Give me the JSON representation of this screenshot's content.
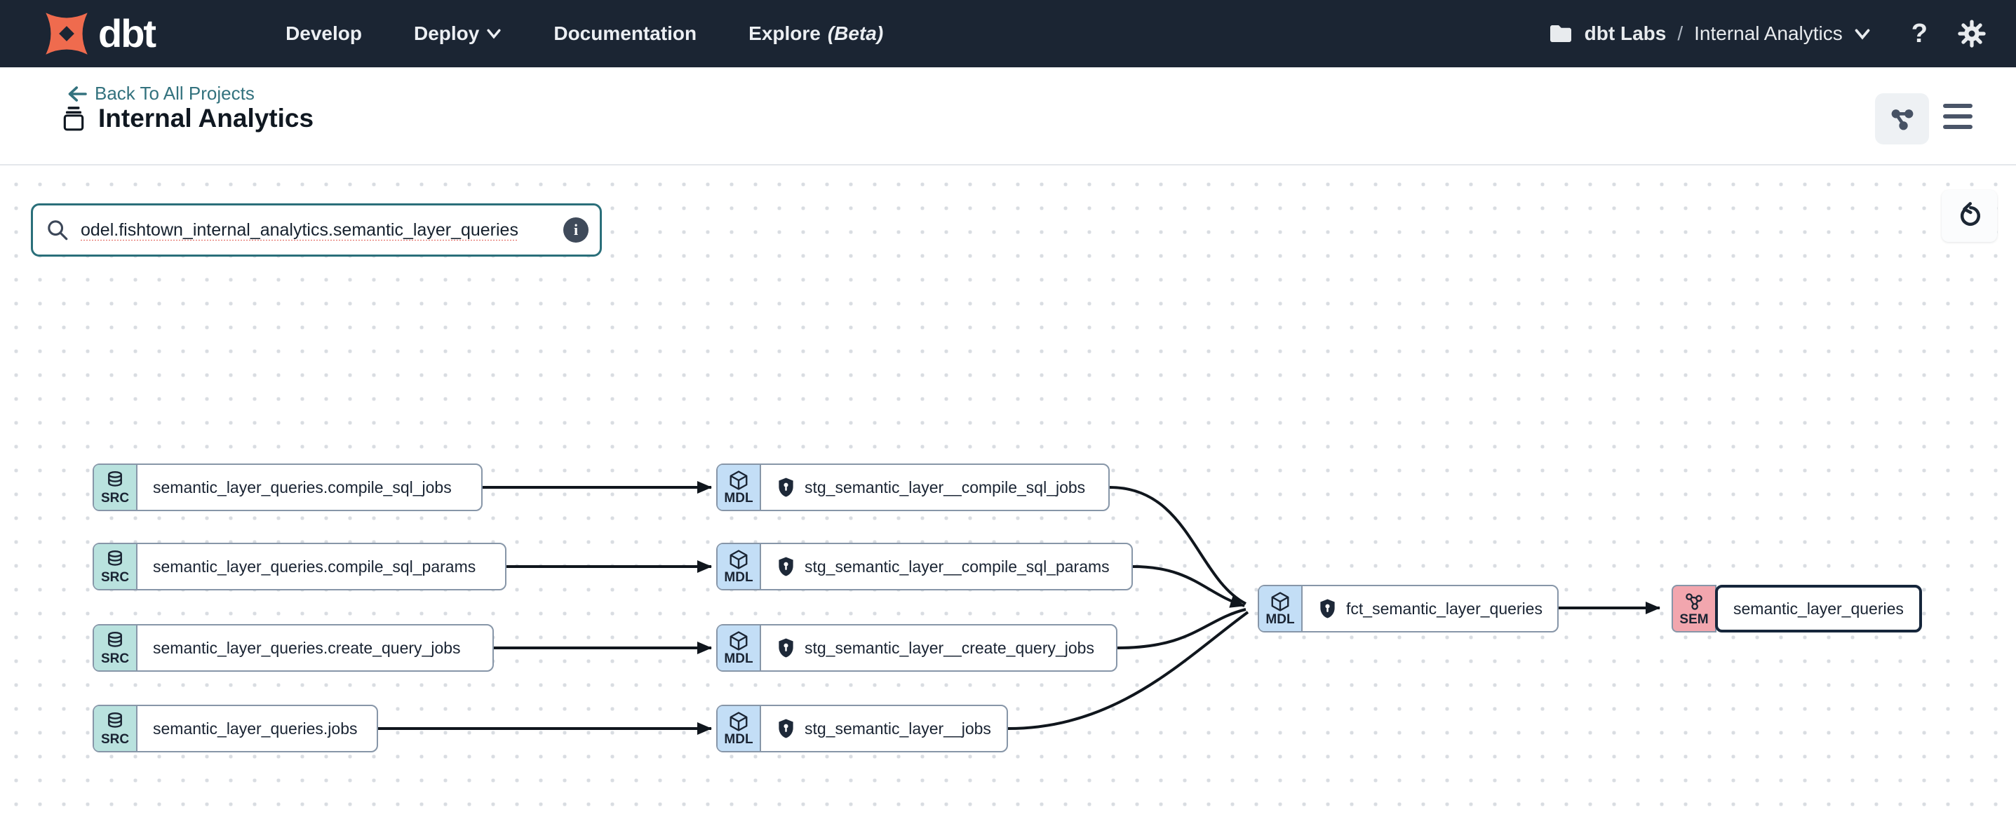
{
  "navbar": {
    "logo_text": "dbt",
    "nav_items": [
      {
        "label": "Develop",
        "chevron": false
      },
      {
        "label": "Deploy",
        "chevron": true
      },
      {
        "label": "Documentation",
        "chevron": false
      },
      {
        "label": "Explore",
        "chevron": false
      }
    ],
    "beta_label": "(Beta)",
    "account_org": "dbt Labs",
    "account_separator": "/",
    "account_project": "Internal Analytics",
    "help_label": "?"
  },
  "header": {
    "back_label": "Back To All Projects",
    "title": "Internal Analytics"
  },
  "search": {
    "value": "odel.fishtown_internal_analytics.semantic_layer_queries"
  },
  "colors": {
    "navbar_bg": "#1b2533",
    "brand_orange": "#ef6b4e",
    "link_teal": "#33727e",
    "search_border": "#2a6f7a",
    "node_border": "#8796a8",
    "src_badge": "#b9e2de",
    "mdl_badge": "#c3def6",
    "sem_badge": "#f2a6ae",
    "selected_border": "#16263b",
    "edge": "#10161d"
  },
  "graph": {
    "nodes": [
      {
        "badge": "SRC",
        "label": "semantic_layer_queries.compile_sql_jobs"
      },
      {
        "badge": "SRC",
        "label": "semantic_layer_queries.compile_sql_params"
      },
      {
        "badge": "SRC",
        "label": "semantic_layer_queries.create_query_jobs"
      },
      {
        "badge": "SRC",
        "label": "semantic_layer_queries.jobs"
      },
      {
        "badge": "MDL",
        "label": "stg_semantic_layer__compile_sql_jobs"
      },
      {
        "badge": "MDL",
        "label": "stg_semantic_layer__compile_sql_params"
      },
      {
        "badge": "MDL",
        "label": "stg_semantic_layer__create_query_jobs"
      },
      {
        "badge": "MDL",
        "label": "stg_semantic_layer__jobs"
      },
      {
        "badge": "MDL",
        "label": "fct_semantic_layer_queries"
      },
      {
        "badge": "SEM",
        "label": "semantic_layer_queries",
        "selected": true
      }
    ],
    "edges": [
      {
        "from": "semantic_layer_queries.compile_sql_jobs",
        "to": "stg_semantic_layer__compile_sql_jobs"
      },
      {
        "from": "semantic_layer_queries.compile_sql_params",
        "to": "stg_semantic_layer__compile_sql_params"
      },
      {
        "from": "semantic_layer_queries.create_query_jobs",
        "to": "stg_semantic_layer__create_query_jobs"
      },
      {
        "from": "semantic_layer_queries.jobs",
        "to": "stg_semantic_layer__jobs"
      },
      {
        "from": "stg_semantic_layer__compile_sql_jobs",
        "to": "fct_semantic_layer_queries"
      },
      {
        "from": "stg_semantic_layer__compile_sql_params",
        "to": "fct_semantic_layer_queries"
      },
      {
        "from": "stg_semantic_layer__create_query_jobs",
        "to": "fct_semantic_layer_queries"
      },
      {
        "from": "stg_semantic_layer__jobs",
        "to": "fct_semantic_layer_queries"
      },
      {
        "from": "fct_semantic_layer_queries",
        "to": "semantic_layer_queries"
      }
    ]
  }
}
